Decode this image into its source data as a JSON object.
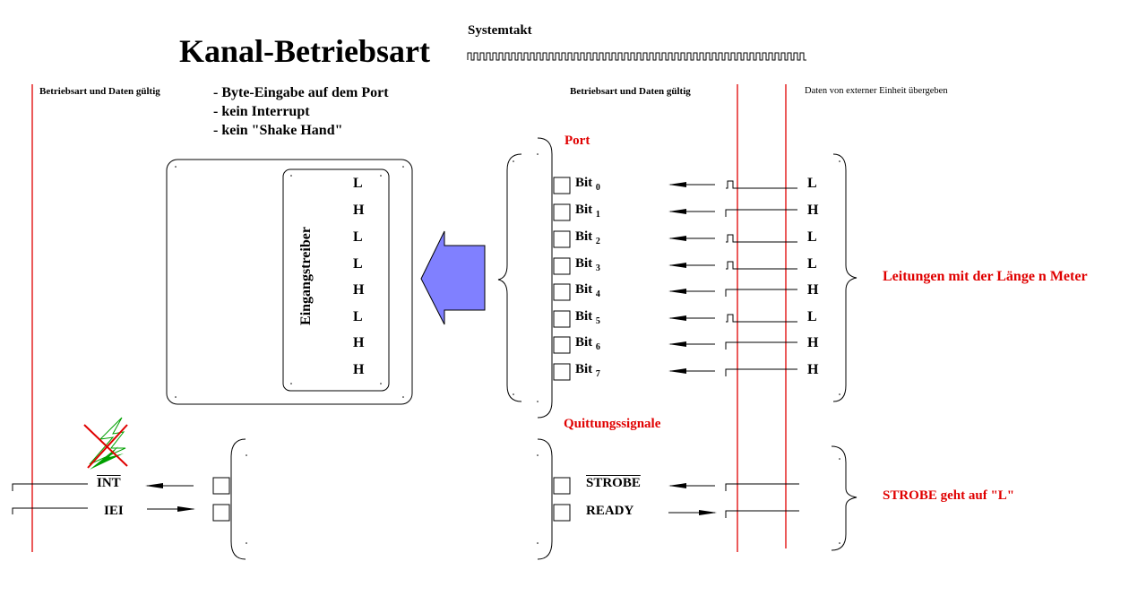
{
  "title": "Kanal-Betriebsart",
  "systemtakt_label": "Systemtakt",
  "left_note": "Betriebsart und Daten gültig",
  "features": [
    "- Byte-Eingabe auf dem Port",
    "- kein Interrupt",
    "- kein \"Shake Hand\""
  ],
  "driver_label": "Eingangstreiber",
  "driver_levels": [
    "L",
    "H",
    "L",
    "L",
    "H",
    "L",
    "H",
    "H"
  ],
  "mid_note": "Betriebsart und Daten gültig",
  "right_note": "Daten von externer Einheit übergeben",
  "port_label": "Port",
  "bits": [
    {
      "name": "Bit",
      "index": "0",
      "level": "L"
    },
    {
      "name": "Bit",
      "index": "1",
      "level": "H"
    },
    {
      "name": "Bit",
      "index": "2",
      "level": "L"
    },
    {
      "name": "Bit",
      "index": "3",
      "level": "L"
    },
    {
      "name": "Bit",
      "index": "4",
      "level": "H"
    },
    {
      "name": "Bit",
      "index": "5",
      "level": "L"
    },
    {
      "name": "Bit",
      "index": "6",
      "level": "H"
    },
    {
      "name": "Bit",
      "index": "7",
      "level": "H"
    }
  ],
  "lines_label": "Leitungen mit der Länge n Meter",
  "handshake_label": "Quittungssignale",
  "strobe": "STROBE",
  "ready": "READY",
  "int": "INT",
  "iei": "IEI",
  "strobe_note": "STROBE geht auf \"L\"",
  "colors": {
    "red": "#e00000",
    "arrow_fill": "#8080ff",
    "lightning": "#00a000"
  }
}
